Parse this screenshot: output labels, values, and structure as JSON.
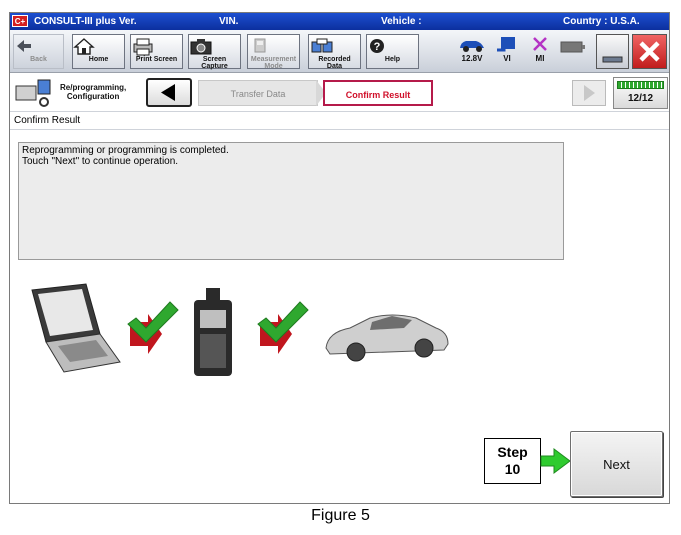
{
  "titlebar": {
    "app_name": "CONSULT-III plus  Ver.",
    "vin_label": "VIN.",
    "vehicle_label": "Vehicle :",
    "country": "Country : U.S.A.",
    "logo": "C+"
  },
  "toolbar": {
    "back": "Back",
    "home": "Home",
    "print": "Print Screen",
    "capture_1": "Screen",
    "capture_2": "Capture",
    "measure_1": "Measurement",
    "measure_2": "Mode",
    "recorded_1": "Recorded",
    "recorded_2": "Data",
    "help": "Help",
    "battery": "12.8V",
    "vi": "VI",
    "mi": "MI"
  },
  "breadcrumb": {
    "mode_1": "Re/programming,",
    "mode_2": "Configuration",
    "step_1": "Transfer Data",
    "step_2": "Confirm Result",
    "progress": "12/12"
  },
  "section": {
    "title": "Confirm Result"
  },
  "message": {
    "line_1": "Reprogramming  or  programming is completed.",
    "line_2": "Touch \"Next\" to continue operation."
  },
  "step": {
    "label": "Step",
    "number": "10"
  },
  "next_button": {
    "label": "Next"
  },
  "caption": "Figure 5",
  "colors": {
    "titlebar": "#1c4fd0",
    "accent_red": "#d0102a",
    "check_green": "#2fa82f",
    "arrow_red": "#c0161e"
  },
  "icons": [
    "back-icon",
    "home-icon",
    "printer-icon",
    "camera-icon",
    "measurement-icon",
    "recorded-data-icon",
    "help-icon",
    "car-icon",
    "vi-icon",
    "mi-icon",
    "battery-icon",
    "minimize-icon",
    "close-icon"
  ]
}
